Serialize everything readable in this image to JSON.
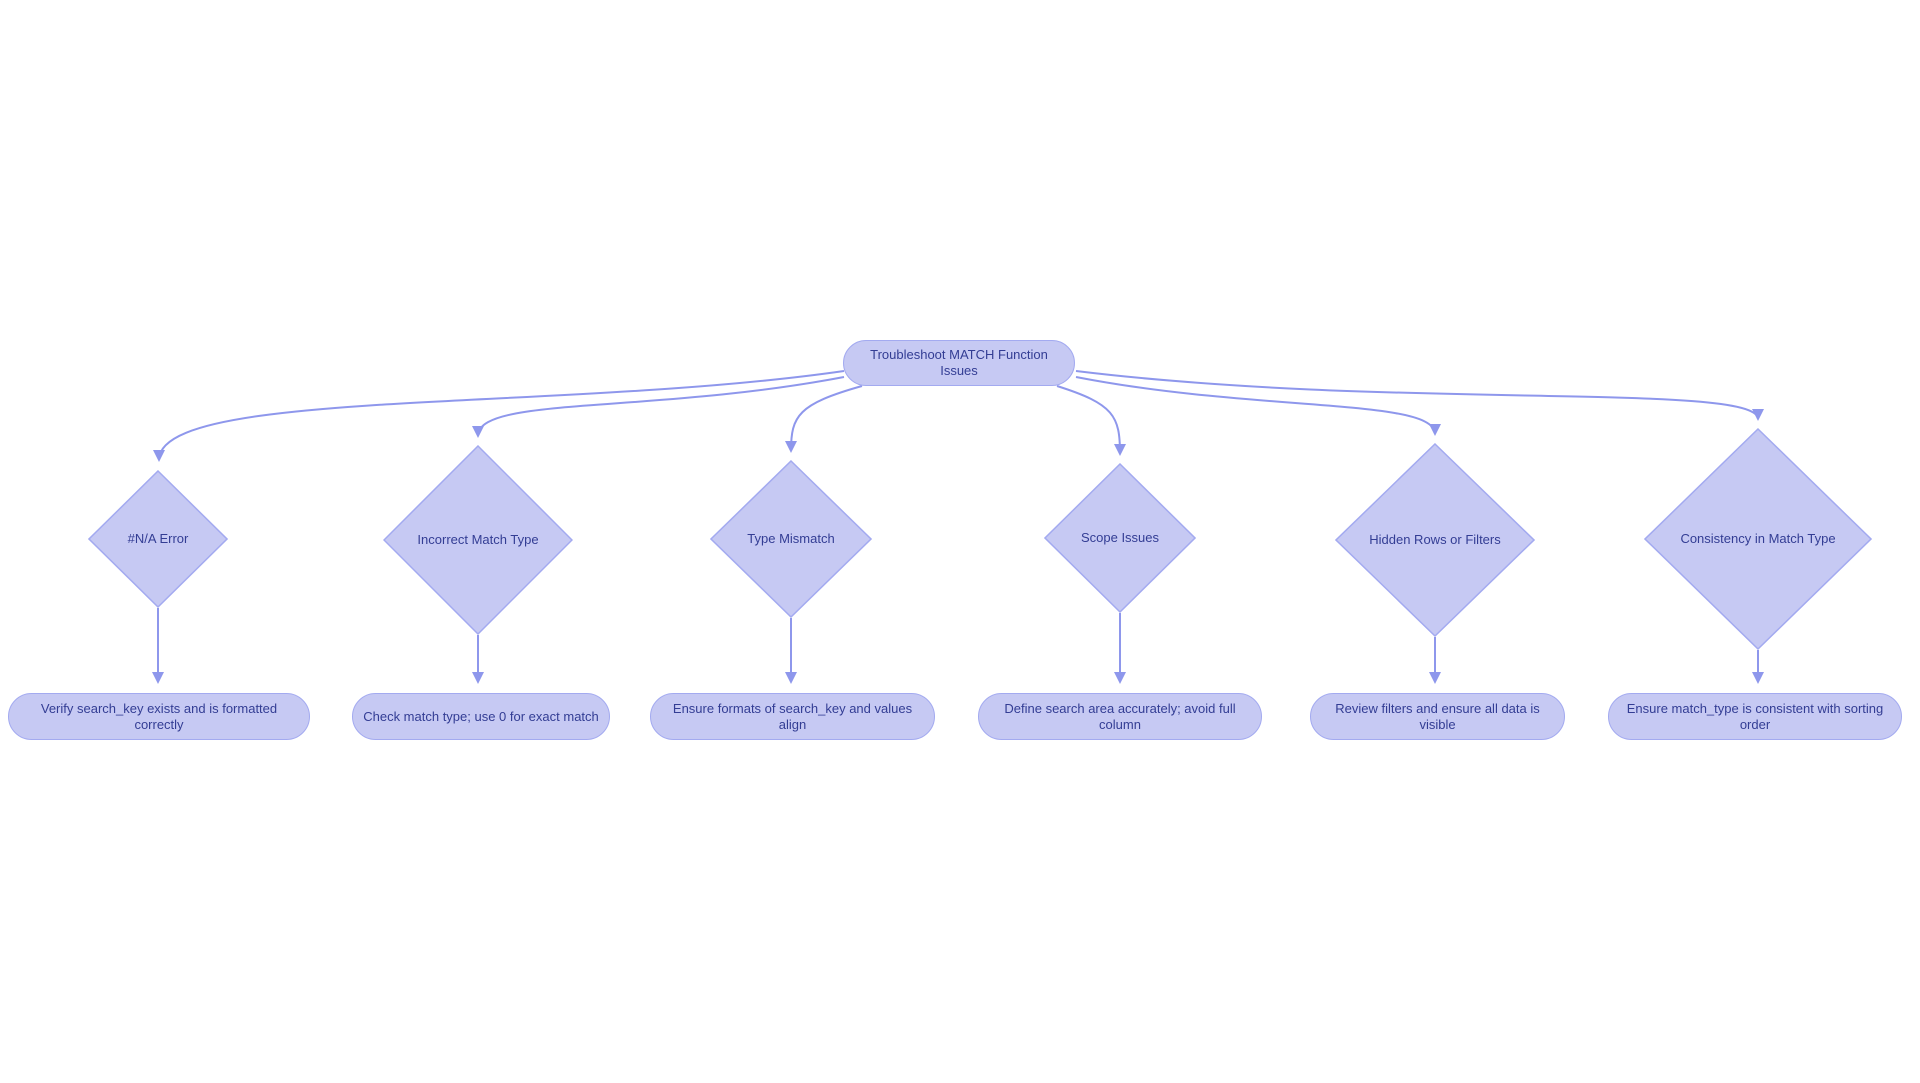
{
  "diagram": {
    "type": "flowchart",
    "root": {
      "label": "Troubleshoot MATCH Function Issues"
    },
    "branches": [
      {
        "decision": "#N/A Error",
        "action": "Verify search_key exists and is formatted correctly"
      },
      {
        "decision": "Incorrect Match Type",
        "action": "Check match type; use 0 for exact match"
      },
      {
        "decision": "Type Mismatch",
        "action": "Ensure formats of search_key and values align"
      },
      {
        "decision": "Scope Issues",
        "action": "Define search area accurately; avoid full column"
      },
      {
        "decision": "Hidden Rows or Filters",
        "action": "Review filters and ensure all data is visible"
      },
      {
        "decision": "Consistency in Match Type",
        "action": "Ensure match_type is consistent with sorting order"
      }
    ],
    "colors": {
      "node_fill": "#c6c9f3",
      "node_border": "#a3aaf0",
      "node_text": "#333d94",
      "edge": "#8e97ec",
      "background": "#ffffff"
    }
  }
}
